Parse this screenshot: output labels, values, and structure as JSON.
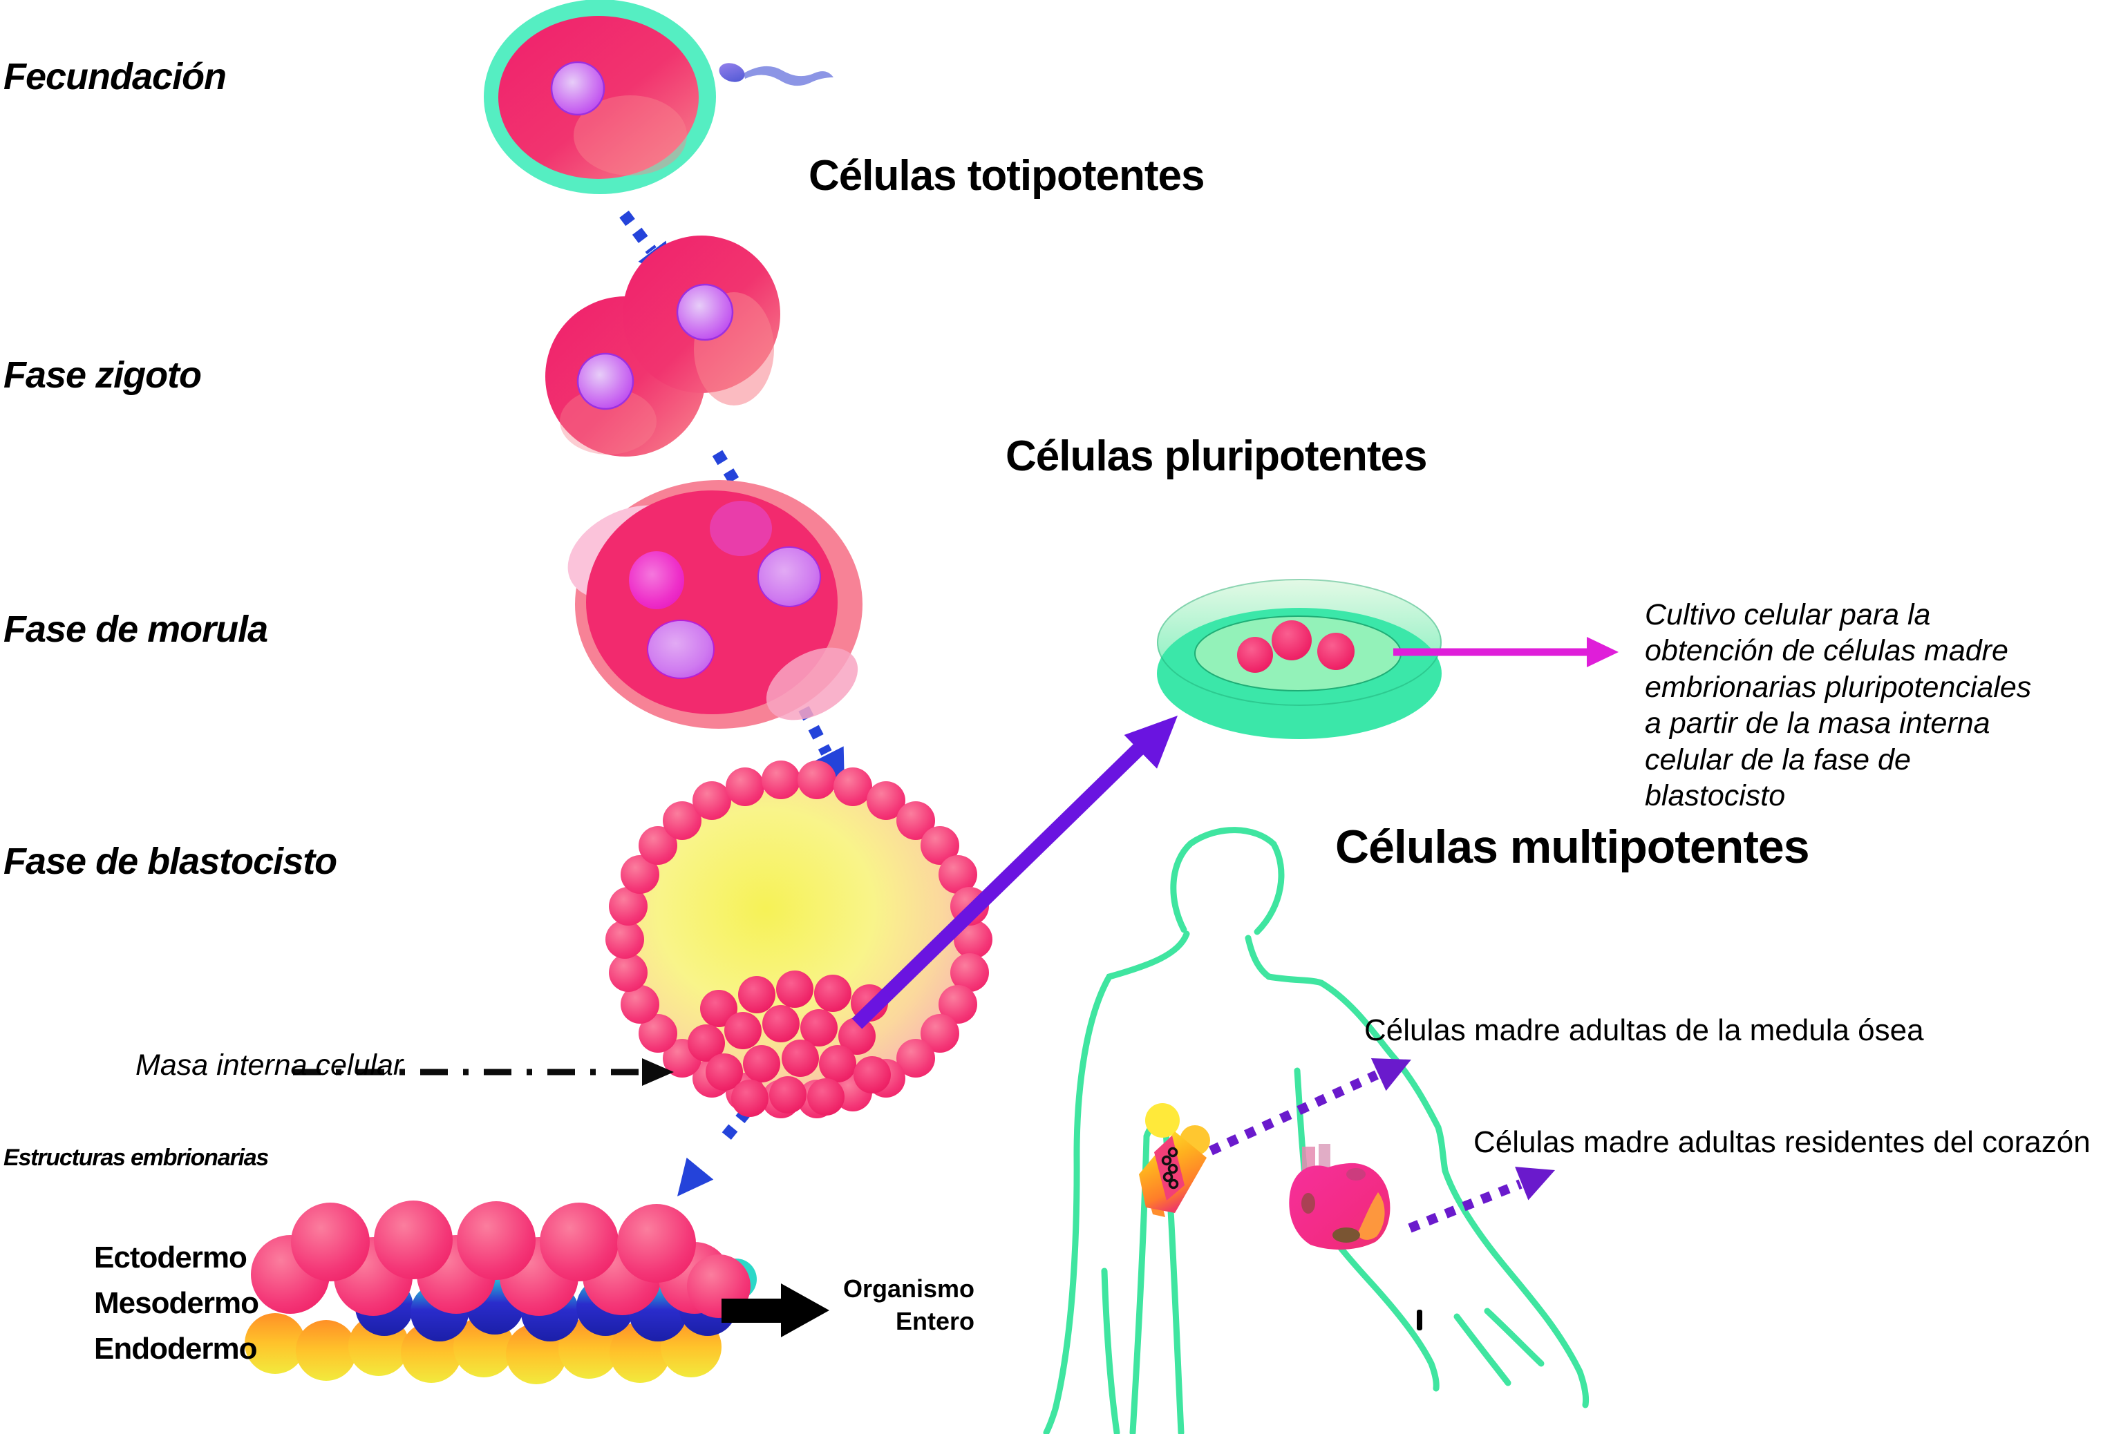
{
  "stages": {
    "fecundacion": "Fecundación",
    "zigoto": "Fase zigoto",
    "morula": "Fase de morula",
    "blastocisto": "Fase de blastocisto",
    "estructuras": "Estructuras embrionarias"
  },
  "potency": {
    "totipotentes": "Células totipotentes",
    "pluripotentes": "Células pluripotentes",
    "multipotentes": "Células multipotentes"
  },
  "germ_layers": [
    "Ectodermo",
    "Mesodermo",
    "Endodermo"
  ],
  "annotations": {
    "cultivo": "Cultivo celular para la\nobtención de células madre\nembrionarias pluripotenciales\na partir de la masa interna\ncelular de la fase de\nblastocisto",
    "masa_interna": "Masa interna celular",
    "medula": "Células madre adultas de la medula ósea",
    "corazon": "Células madre adultas residentes del corazón",
    "organismo": "Organismo\nEntero"
  },
  "colors": {
    "cell_pink": "#f2266b",
    "cell_salmon": "#f8838e",
    "pale_pink": "#fbc3da",
    "nucleus_purple": "#c750f0",
    "nucleus_magenta": "#ee22cc",
    "teal_ring": "#55eec2",
    "body_outline": "#3fe5a0",
    "dish_green": "#3be7a9",
    "blastocyst_yellow": "#f6f257",
    "blue_arrow": "#2443da",
    "purple_arrow": "#6a14e0",
    "purple_dotted": "#6a1acc",
    "magenta_arrow": "#df1ed9",
    "mesoderm_blue": "#2a2ccc",
    "endoderm_orange": "#ff9026",
    "endoderm_yellow": "#f2ea3d",
    "bone_yellow": "#ffed2e",
    "heart_pink": "#f6309b",
    "black": "#000000"
  }
}
